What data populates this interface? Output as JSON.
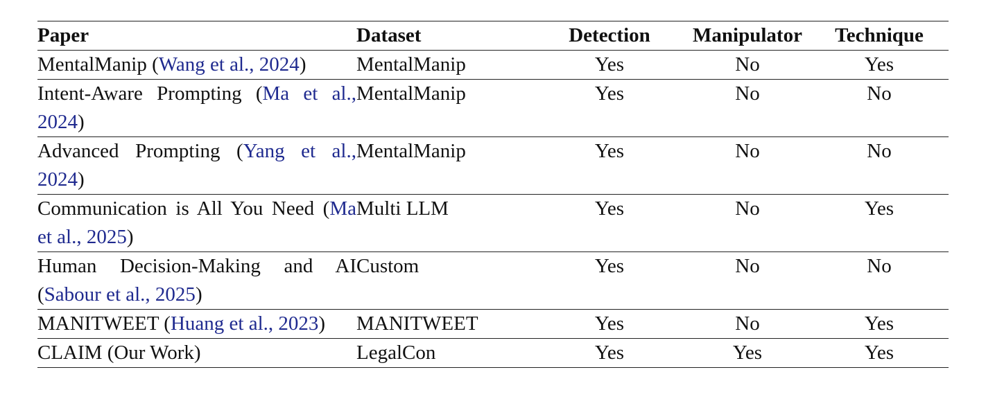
{
  "table": {
    "headers": {
      "paper": "Paper",
      "dataset": "Dataset",
      "detection": "Detection",
      "manipulator": "Manipulator",
      "technique": "Technique"
    },
    "rows": [
      {
        "paper_title": "MentalManip",
        "open": " (",
        "cite": "Wang et al., 2024",
        "close": ")",
        "dataset": "MentalManip",
        "detection": "Yes",
        "manipulator": "No",
        "technique": "Yes"
      },
      {
        "paper_title": "Intent-Aware Prompting",
        "open": " (",
        "cite": "Ma et al., 2024",
        "close": ")",
        "dataset": "MentalManip",
        "detection": "Yes",
        "manipulator": "No",
        "technique": "No"
      },
      {
        "paper_title": "Advanced Prompting",
        "open": " (",
        "cite": "Yang et al., 2024",
        "close": ")",
        "dataset": "MentalManip",
        "detection": "Yes",
        "manipulator": "No",
        "technique": "No"
      },
      {
        "paper_title": "Communication is All You Need",
        "open": " (",
        "cite": "Ma et al., 2025",
        "close": ")",
        "dataset": "Multi LLM",
        "detection": "Yes",
        "manipulator": "No",
        "technique": "Yes"
      },
      {
        "paper_title": "Human Decision-Making and AI",
        "open": " (",
        "cite": "Sabour et al., 2025",
        "close": ")",
        "dataset": "Custom",
        "detection": "Yes",
        "manipulator": "No",
        "technique": "No"
      },
      {
        "paper_title": "MANITWEET",
        "open": " (",
        "cite": "Huang et al., 2023",
        "close": ")",
        "dataset": "MANITWEET",
        "detection": "Yes",
        "manipulator": "No",
        "technique": "Yes"
      },
      {
        "paper_title": "CLAIM (Our Work)",
        "open": "",
        "cite": "",
        "close": "",
        "dataset": "LegalCon",
        "detection": "Yes",
        "manipulator": "Yes",
        "technique": "Yes"
      }
    ]
  },
  "colors": {
    "citation": "#1f2a8f",
    "rule": "#222222"
  }
}
